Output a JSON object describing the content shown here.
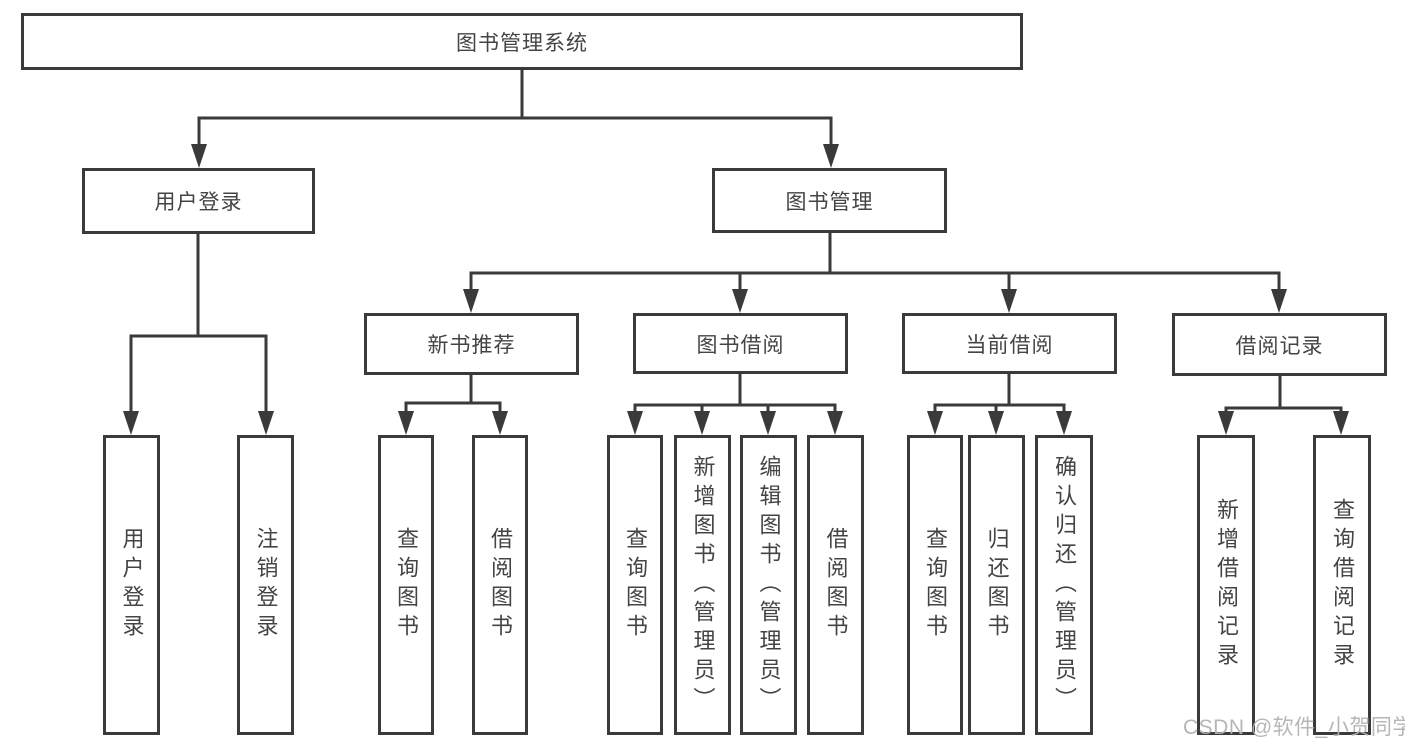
{
  "tree": {
    "label": "图书管理系统",
    "children": [
      {
        "label": "用户登录",
        "children": [
          {
            "label": "用户登录"
          },
          {
            "label": "注销登录"
          }
        ]
      },
      {
        "label": "图书管理",
        "children": [
          {
            "label": "新书推荐",
            "children": [
              {
                "label": "查询图书"
              },
              {
                "label": "借阅图书"
              }
            ]
          },
          {
            "label": "图书借阅",
            "children": [
              {
                "label": "查询图书"
              },
              {
                "label": "新增图书（管理员）"
              },
              {
                "label": "编辑图书（管理员）"
              },
              {
                "label": "借阅图书"
              }
            ]
          },
          {
            "label": "当前借阅",
            "children": [
              {
                "label": "查询图书"
              },
              {
                "label": "归还图书"
              },
              {
                "label": "确认归还（管理员）"
              }
            ]
          },
          {
            "label": "借阅记录",
            "children": [
              {
                "label": "新增借阅记录"
              },
              {
                "label": "查询借阅记录"
              }
            ]
          }
        ]
      }
    ]
  },
  "watermark": {
    "text": "CSDN @软件_小贺同学"
  },
  "colors": {
    "line": "#3a3a3a",
    "box_border": "#3a3a3a",
    "text": "#444444",
    "background": "#ffffff",
    "watermark": "#b3b3b3"
  }
}
